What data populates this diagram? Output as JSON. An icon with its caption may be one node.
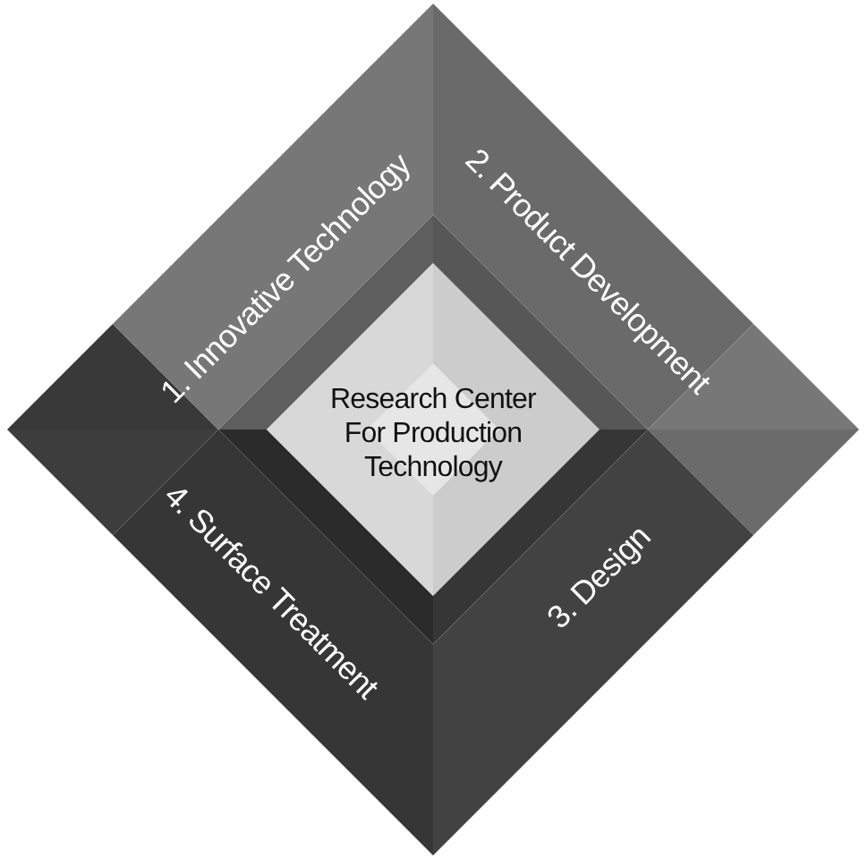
{
  "diagram": {
    "nodes": [
      {
        "text": [
          "1. Innovative Technology"
        ]
      },
      {
        "text": [
          "2. Product Development"
        ]
      },
      {
        "text": [
          "Research Center For Production Technology"
        ]
      },
      {
        "text": [
          "4. Surface Treatment"
        ]
      },
      {
        "text": [
          "3. Design"
        ]
      }
    ]
  }
}
